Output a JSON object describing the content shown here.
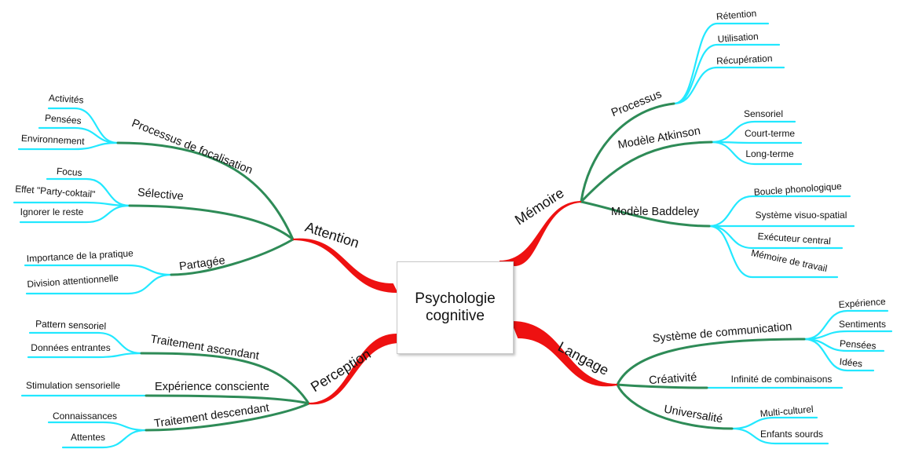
{
  "center": {
    "line1": "Psychologie",
    "line2": "cognitive"
  },
  "colors": {
    "main_branch": "#ee1111",
    "sub_branch": "#2e8b57",
    "leaf_branch": "#22e8ff"
  },
  "branches": [
    {
      "label": "Mémoire",
      "children": [
        {
          "label": "Processus",
          "leaves": [
            "Rétention",
            "Utilisation",
            "Récupération"
          ]
        },
        {
          "label": "Modèle Atkinson",
          "leaves": [
            "Sensoriel",
            "Court-terme",
            "Long-terme"
          ]
        },
        {
          "label": "Modèle Baddeley",
          "leaves": [
            "Boucle phonologique",
            "Système visuo-spatial",
            "Exécuteur central",
            "Mémoire de travail"
          ]
        }
      ]
    },
    {
      "label": "Langage",
      "children": [
        {
          "label": "Système de communication",
          "leaves": [
            "Expérience",
            "Sentiments",
            "Pensées",
            "Idées"
          ]
        },
        {
          "label": "Créativité",
          "leaves": [
            "Infinité de combinaisons"
          ]
        },
        {
          "label": "Universalité",
          "leaves": [
            "Multi-culturel",
            "Enfants sourds"
          ]
        }
      ]
    },
    {
      "label": "Attention",
      "children": [
        {
          "label": "Processus de focalisation",
          "leaves": [
            "Activités",
            "Pensées",
            "Environnement"
          ]
        },
        {
          "label": "Sélective",
          "leaves": [
            "Focus",
            "Effet \"Party-coktail\"",
            "Ignorer le reste"
          ]
        },
        {
          "label": "Partagée",
          "leaves": [
            "Importance de la pratique",
            "Division attentionnelle"
          ]
        }
      ]
    },
    {
      "label": "Perception",
      "children": [
        {
          "label": "Traitement ascendant",
          "leaves": [
            "Pattern sensoriel",
            "Données entrantes"
          ]
        },
        {
          "label": "Expérience consciente",
          "leaves": [
            "Stimulation sensorielle"
          ]
        },
        {
          "label": "Traitement descendant",
          "leaves": [
            "Connaissances",
            "Attentes"
          ]
        }
      ]
    }
  ]
}
